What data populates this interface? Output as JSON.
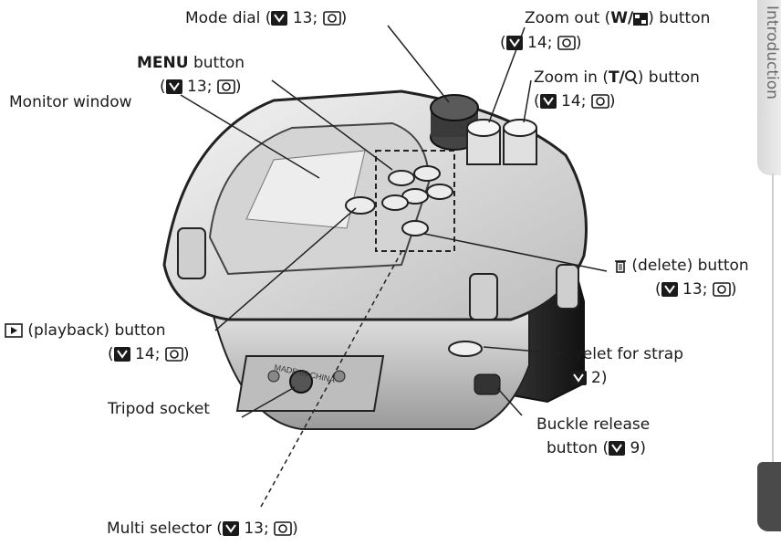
{
  "sidebar": {
    "section": "Introduction"
  },
  "labels": {
    "mode_dial": {
      "name": "Mode dial",
      "page": "13"
    },
    "zoom_out": {
      "pre": "Zoom out (",
      "mid": "W/",
      "post": ") button",
      "page": "14"
    },
    "zoom_in": {
      "pre": "Zoom in (",
      "mid": "T/",
      "post": ") button",
      "page": "14"
    },
    "menu": {
      "bold": "MENU",
      "rest": " button",
      "page": "13"
    },
    "monitor": {
      "name": "Monitor window"
    },
    "delete": {
      "name": "(delete) button",
      "page": "13"
    },
    "playback": {
      "name": "(playback) button",
      "page": "14"
    },
    "eyelet": {
      "line1": "Eyelet for strap",
      "page": "2"
    },
    "tripod": {
      "name": "Tripod socket"
    },
    "buckle": {
      "line1": "Buckle release",
      "line2": "button (",
      "page": "9"
    },
    "multi": {
      "name": "Multi selector",
      "page": "13"
    }
  },
  "icons": {
    "page_ref": "page-reference-icon",
    "camera_ref": "camera-reference-icon",
    "delete": "trash-icon",
    "playback": "playback-icon",
    "zoom_out": "thumbnail-grid-icon",
    "zoom_in": "magnifier-icon"
  }
}
